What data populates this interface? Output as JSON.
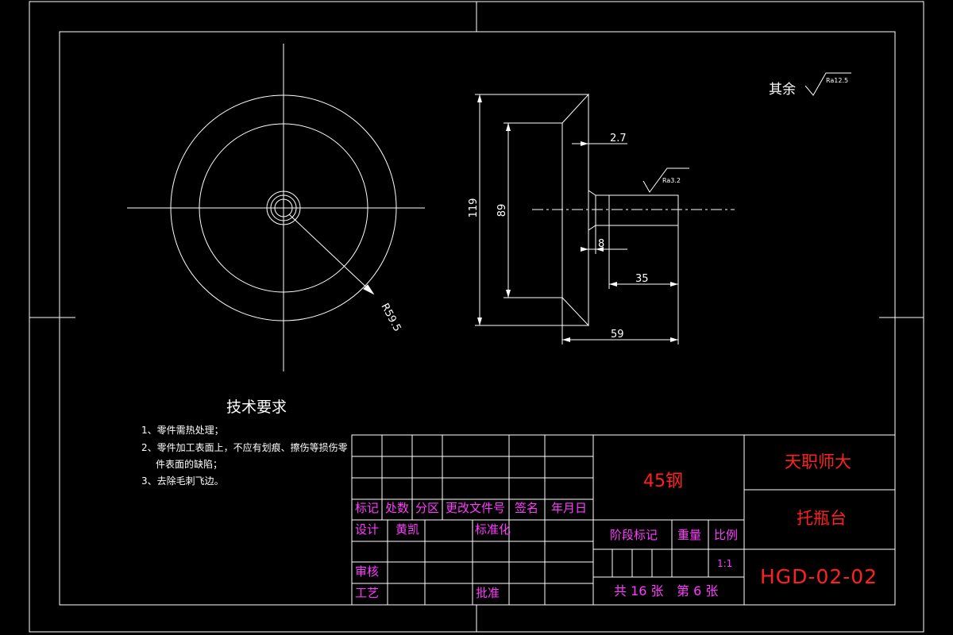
{
  "dimensions": {
    "d_outer": "119",
    "d_inner": "89",
    "radius": "R59.5",
    "chamfer": "2.7",
    "boss_step": "8",
    "boss_length": "35",
    "total_length": "59"
  },
  "surface_finish": {
    "remaining_label": "其余",
    "remaining_value": "Ra12.5",
    "boss_value": "Ra3.2"
  },
  "tech_requirements": {
    "title": "技术要求",
    "items": [
      "1、零件需热处理；",
      "2、零件加工表面上，不应有划痕、擦伤等损伤零",
      "件表面的缺陷；",
      "3、去除毛刺飞边。"
    ]
  },
  "title_block": {
    "headers": [
      "标记",
      "处数",
      "分区",
      "更改文件号",
      "签名",
      "年月日"
    ],
    "design_label": "设计",
    "designer": "黄凯",
    "standardization_label": "标准化",
    "review_label": "审核",
    "process_label": "工艺",
    "approve_label": "批准",
    "material": "45钢",
    "school": "天职师大",
    "part_name": "托瓶台",
    "stage_label": "阶段标记",
    "weight_label": "重量",
    "scale_label": "比例",
    "scale_value": "1:1",
    "sheets_total_text": "共 16 张",
    "sheet_no_text": "第 6 张",
    "drawing_number": "HGD-02-02"
  }
}
